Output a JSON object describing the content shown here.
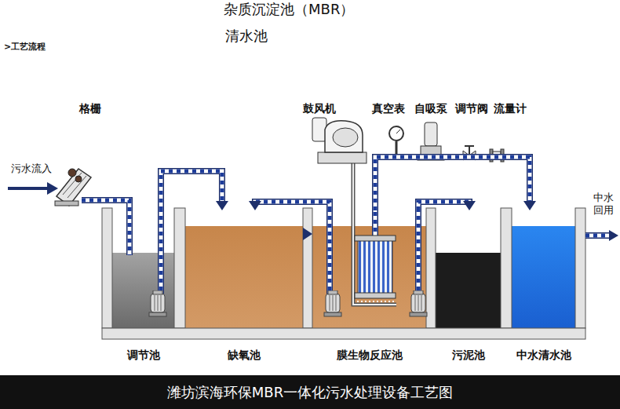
{
  "diagram": {
    "caption": "潍坊滨海环保MBR一体化污水处理设备工艺图",
    "nodes": [
      {
        "text": [
          "调节池"
        ]
      },
      {
        "text": [
          "缺氧池"
        ]
      },
      {
        "text": [
          "膜生物反应池"
        ]
      },
      {
        "text": [
          "污泥池"
        ]
      },
      {
        "text": [
          "中水清水池"
        ]
      }
    ],
    "edges": [
      {
        "from": 0,
        "to": 1,
        "arrow": "to"
      },
      {
        "from": 2,
        "to": 1,
        "arrow": "to"
      },
      {
        "from": 1,
        "to": 2,
        "arrow": "to"
      },
      {
        "from": 2,
        "to": 3,
        "arrow": "to"
      },
      {
        "from": 2,
        "to": 4,
        "arrow": "to"
      }
    ],
    "labels": [
      "杂质沉淀池（MBR）",
      "清水池",
      ">工艺流程",
      "格栅",
      "污水流入",
      "鼓风机",
      "真空表",
      "自吸泵",
      "调节阀",
      "流量计",
      "中水 回用"
    ]
  }
}
